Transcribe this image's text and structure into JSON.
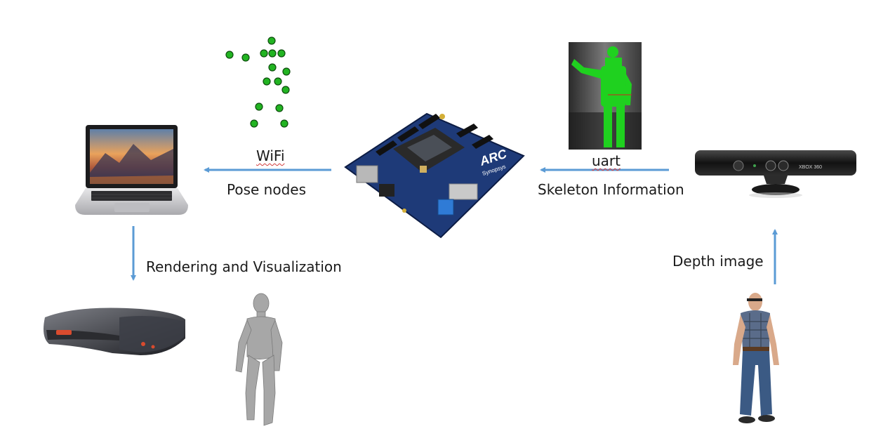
{
  "labels": {
    "wifi": "WiFi",
    "pose_nodes": "Pose nodes",
    "uart": "uart",
    "skeleton_information": "Skeleton Information",
    "rendering_visualization": "Rendering and Visualization",
    "depth_image": "Depth image"
  },
  "board_marks": {
    "brand": "ARC",
    "maker": "Synopsys"
  },
  "sensor_marks": {
    "brand": "XBOX 360"
  },
  "colors": {
    "arrow": "#5b9bd5",
    "node": "#22b422",
    "board": "#1e3a78",
    "depth_fill": "#1fd11f"
  },
  "icons": [
    "laptop-icon",
    "dev-board-icon",
    "depth-sensor-icon",
    "depth-image-icon",
    "pose-nodes-icon",
    "headset-icon",
    "rendered-body-icon",
    "person-photo-icon"
  ]
}
